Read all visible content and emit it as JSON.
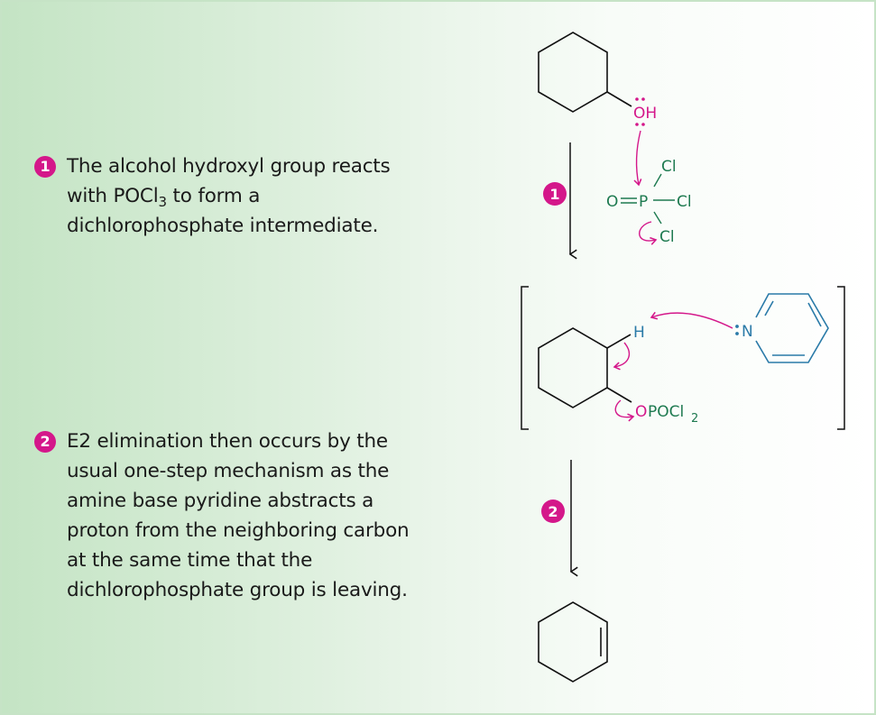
{
  "steps": [
    {
      "number": "1",
      "text_before": "The alcohol hydroxyl group reacts\nwith POCl",
      "sub": "3",
      "text_after": " to form a\ndichlorophosphate intermediate."
    },
    {
      "number": "2",
      "text": "E2 elimination then occurs by the\nusual one-step mechanism as the\namine base pyridine abstracts a\nproton from the neighboring carbon\nat the same time that the\ndichlorophosphate group is leaving."
    }
  ],
  "scheme": {
    "reactant_label": "OH",
    "reagent": {
      "o": "O",
      "p": "P",
      "cl": "Cl"
    },
    "intermediate": {
      "h": "H",
      "leaving_group_o": "O",
      "leaving_group_rest": "POCl",
      "leaving_group_sub": "2",
      "base_n": "N"
    },
    "arrow_labels": [
      "1",
      "2"
    ]
  },
  "colors": {
    "magenta": "#d4178a",
    "green": "#1e7a50",
    "blue": "#2a7aa8",
    "background_left": "#c4e4c4",
    "border": "#c6e3c6"
  }
}
